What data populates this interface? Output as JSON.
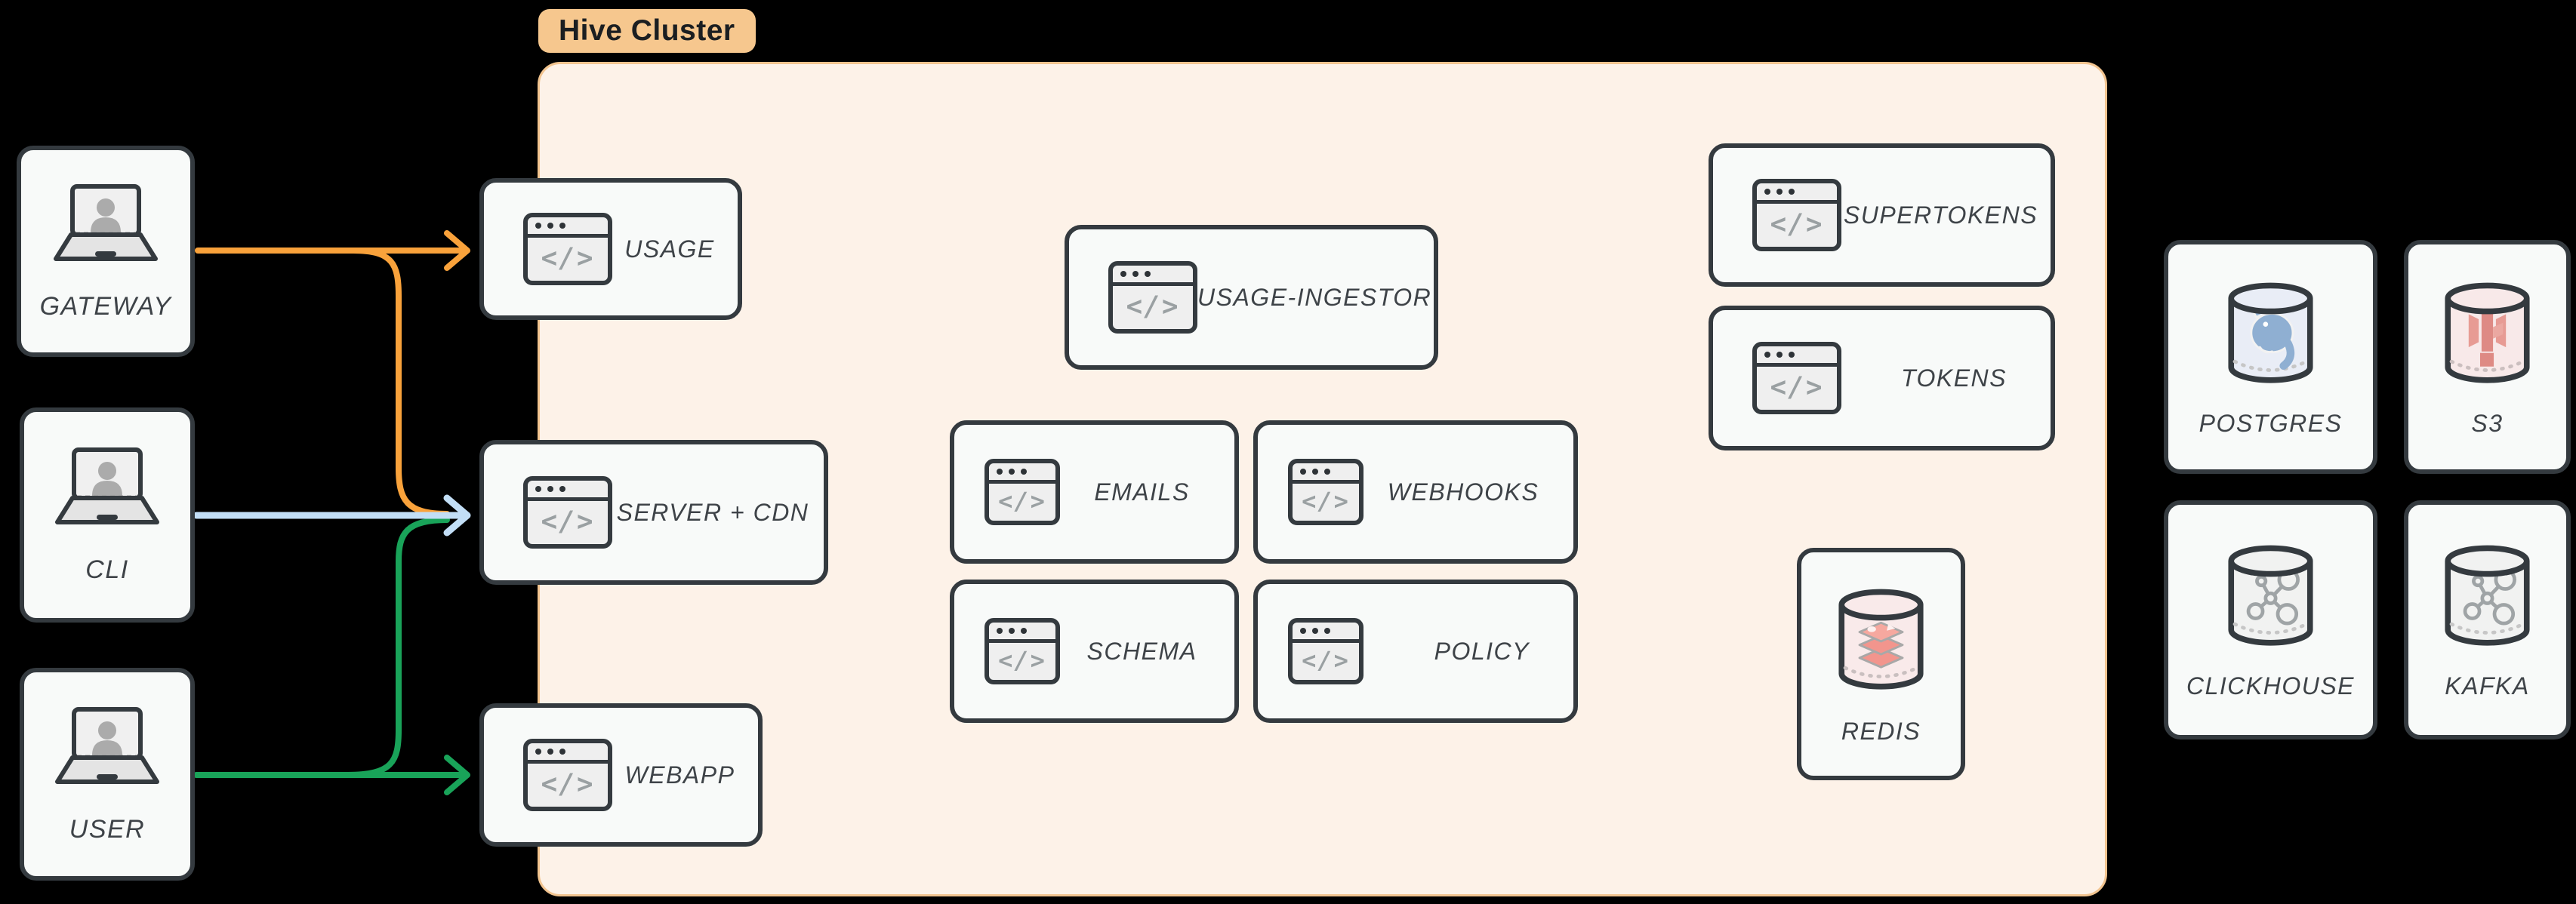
{
  "badge": {
    "label": "Hive Cluster"
  },
  "icons": {
    "code_glyph": "</>"
  },
  "actors": {
    "gateway": {
      "label": "GATEWAY"
    },
    "cli": {
      "label": "CLI"
    },
    "user": {
      "label": "USER"
    }
  },
  "services": {
    "usage": {
      "label": "USAGE"
    },
    "server_cdn": {
      "label": "SERVER + CDN"
    },
    "webapp": {
      "label": "WEBAPP"
    },
    "usage_ingestor": {
      "label": "USAGE-INGESTOR"
    },
    "emails": {
      "label": "EMAILS"
    },
    "webhooks": {
      "label": "WEBHOOKS"
    },
    "schema": {
      "label": "SCHEMA"
    },
    "policy": {
      "label": "POLICY"
    },
    "supertokens": {
      "label": "SUPERTOKENS"
    },
    "tokens": {
      "label": "TOKENS"
    }
  },
  "datastores": {
    "redis": {
      "label": "REDIS"
    },
    "postgres": {
      "label": "POSTGRES"
    },
    "s3": {
      "label": "S3"
    },
    "clickhouse": {
      "label": "CLICKHOUSE"
    },
    "kafka": {
      "label": "KAFKA"
    }
  },
  "colors": {
    "arrow_orange": "#F9A23B",
    "arrow_blue": "#C2DEF6",
    "arrow_green": "#19A359",
    "cluster_fill": "#FDF2E8",
    "cluster_border": "#F2C48F",
    "badge_fill": "#F6C78E",
    "node_fill": "#F8FAF9",
    "node_border": "#343A3F"
  }
}
